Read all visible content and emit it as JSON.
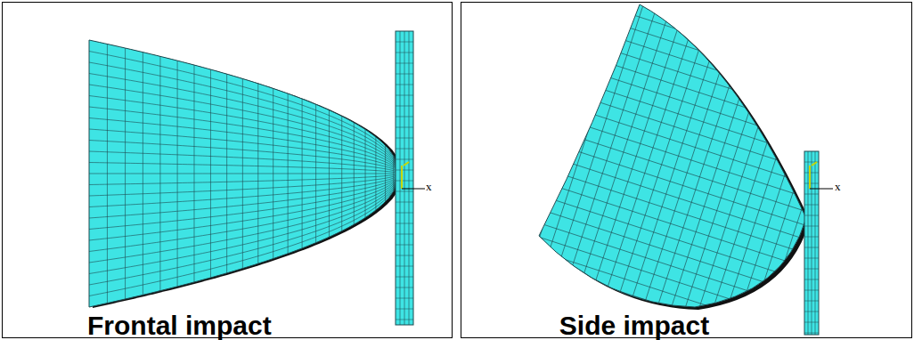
{
  "diagram": {
    "nodes": [
      {
        "text": [
          "Frontal impact"
        ]
      },
      {
        "text": [
          "Side impact"
        ]
      }
    ],
    "labels": [
      "x",
      "x"
    ]
  }
}
